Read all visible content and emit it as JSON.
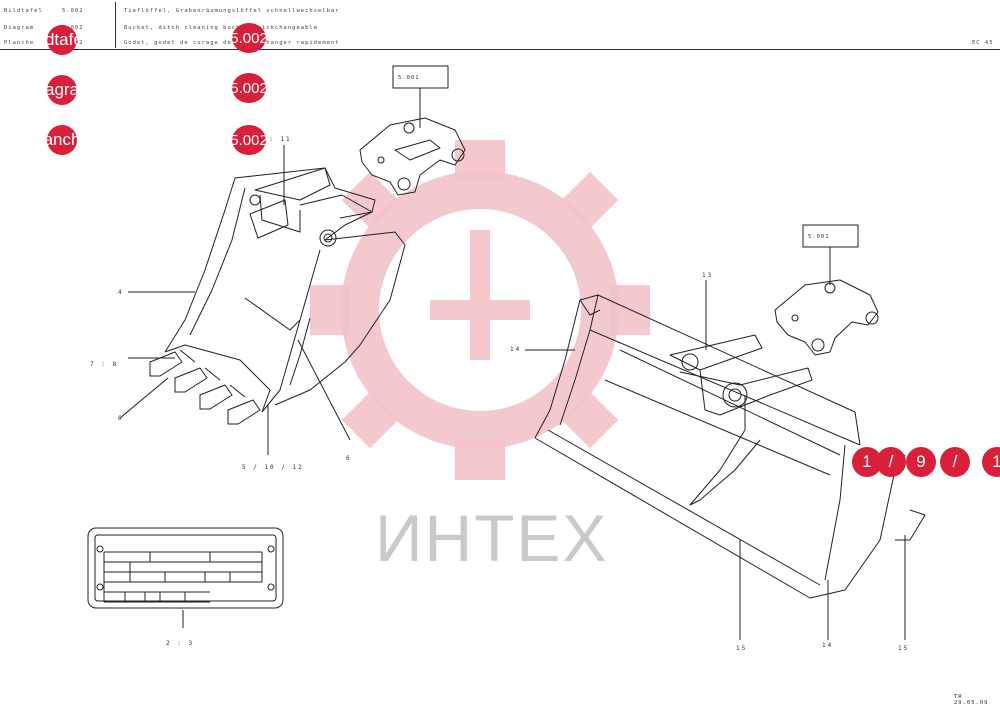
{
  "header": {
    "rows": [
      {
        "label": "Bildtafel",
        "value": "5.002"
      },
      {
        "label": "Diagram",
        "value": "5.002"
      },
      {
        "label": "Planche",
        "value": "5.002"
      }
    ],
    "titles": [
      "Tieflöffel, Grabenräumungslöffel schnellwechselbar",
      "Bucket, ditch cleaning bucket quickchangeable",
      "Godet, godet de curage de fossé changer rapidement"
    ],
    "model": "EC 45",
    "badges": [
      "ldtafe",
      "agra",
      "anch",
      "5.002",
      "5.002",
      "5.002"
    ]
  },
  "callouts": {
    "ref_box_1": "5.001",
    "ref_box_2": "5.001",
    "left_bucket": [
      "8 : 11",
      "4",
      "7 : 8",
      "6",
      "5 / 10 / 12",
      "6"
    ],
    "right_bucket": [
      "13",
      "14",
      "15",
      "14",
      "15"
    ],
    "plate": "2 : 3",
    "right_badges": [
      "1",
      "/",
      "9",
      "/",
      "1"
    ]
  },
  "watermark": "ИНТЕХ",
  "footer": "TR 29.05.09",
  "colors": {
    "accent": "#d91f3a",
    "line": "#222222",
    "watermark": "#f3c3c8"
  }
}
